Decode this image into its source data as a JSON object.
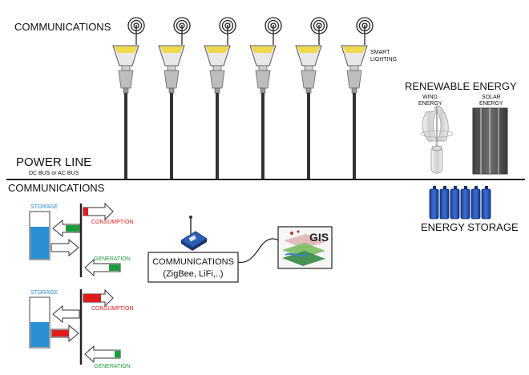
{
  "top": {
    "communications": "COMMUNICATIONS",
    "smart_lighting_1": "SMART",
    "smart_lighting_2": "LIGHTING"
  },
  "power_line": {
    "title": "POWER LINE",
    "subtitle": "DC BUS or AC BUS"
  },
  "bottom": {
    "communications": "COMMUNICATIONS"
  },
  "renewable": {
    "title": "RENEWABLE ENERGY",
    "wind_1": "WIND",
    "wind_2": "ENERGY",
    "solar_1": "SOLAR",
    "solar_2": "ENERGY"
  },
  "energy_storage": {
    "label": "ENERGY STORAGE"
  },
  "storage_panel_1": {
    "storage": "STORAGE",
    "consumption": "CONSUMPTION",
    "generation": "GENERATION"
  },
  "storage_panel_2": {
    "storage": "STORAGE",
    "consumption": "CONSUMPTION",
    "generation": "GENERATION"
  },
  "comms_box": {
    "line1": "COMMUNICATIONS",
    "line2": "(ZigBee, LiFi,..)"
  },
  "gis": {
    "label": "GIS"
  },
  "colors": {
    "storage_fill": "#2b8fd6",
    "consumption": "#e01b1b",
    "generation": "#1a9e3a",
    "battery": "#1f4fb0",
    "lamp_glow": "#f2d84b"
  }
}
